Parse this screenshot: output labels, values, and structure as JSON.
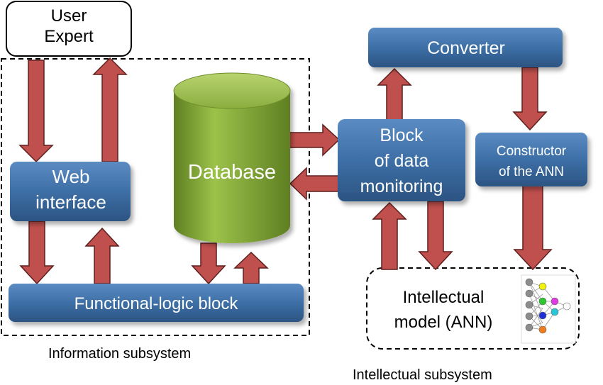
{
  "user_box": {
    "line1": "User",
    "line2": "Expert"
  },
  "web_interface": {
    "line1": "Web",
    "line2": "interface"
  },
  "database": {
    "label": "Database"
  },
  "functional_logic": {
    "label": "Functional-logic block"
  },
  "converter": {
    "label": "Converter"
  },
  "block_monitoring": {
    "line1": "Block",
    "line2": "of data",
    "line3": "monitoring"
  },
  "constructor": {
    "line1": "Constructor",
    "line2": "of the ANN"
  },
  "intellectual_model": {
    "line1": "Intellectual",
    "line2": "model (ANN)"
  },
  "captions": {
    "information_subsystem": "Information subsystem",
    "intellectual_subsystem": "Intellectual subsystem"
  },
  "colors": {
    "block_blue": "#3d6fa6",
    "database_green": "#86a93a",
    "arrow_red": "#c0504d",
    "arrow_outline": "#5e1f1d"
  },
  "icons": {
    "ann_thumbnail": "neural-network-icon"
  }
}
